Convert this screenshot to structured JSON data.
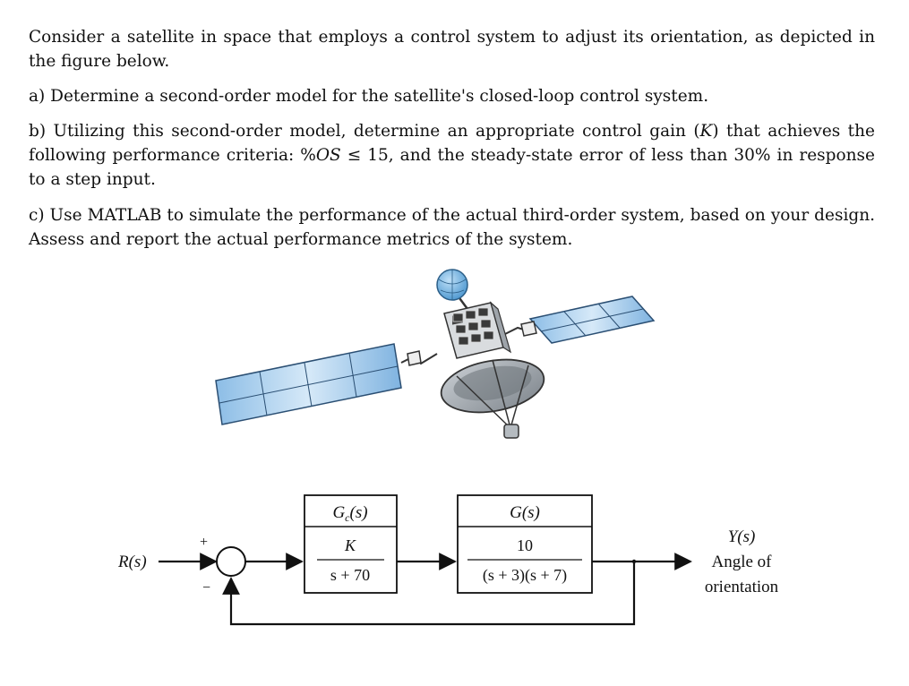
{
  "problem": {
    "intro": "Consider a satellite in space that employs a control system to adjust its orientation, as depicted in the figure below.",
    "part_a": "a) Determine a second-order model for the satellite's closed-loop control system.",
    "part_b_pre": "b) Utilizing this second-order model, determine an appropriate control gain (",
    "part_b_K": "K",
    "part_b_mid": ") that achieves the following performance criteria: %",
    "part_b_OS": "OS",
    "part_b_post": " ≤ 15, and the steady-state error of less than 30% in response to a step input.",
    "part_c": "c) Use MATLAB to simulate the performance of the actual third-order system, based on your design. Assess and report the actual performance metrics of the system."
  },
  "block_diagram": {
    "input_label": "R(s)",
    "plus_sign": "+",
    "minus_sign": "−",
    "controller_name": "G",
    "controller_sub": "c",
    "controller_arg": "(s)",
    "controller_num": "K",
    "controller_den": "s + 70",
    "plant_name": "G(s)",
    "plant_num": "10",
    "plant_den": "(s + 3)(s + 7)",
    "output_label": "Y(s)",
    "output_desc_1": "Angle of",
    "output_desc_2": "orientation"
  },
  "colors": {
    "panel_blue": "#7fb3e0",
    "panel_light": "#cfe4f6",
    "dish_gray": "#9aa1a8",
    "antenna_blue": "#6fb2e3"
  }
}
